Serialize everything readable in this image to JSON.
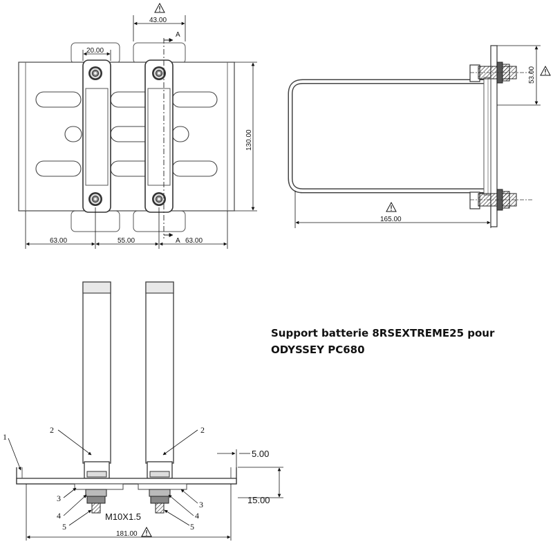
{
  "title": {
    "line1": "Support batterie 8RSEXTREME25 pour",
    "line2": "ODYSSEY PC680"
  },
  "top_view": {
    "dim_top": "43.00",
    "dim_clamp": "20.00",
    "dim_height": "130.00",
    "dim_left": "63.00",
    "dim_mid": "55.00",
    "dim_right": "63.00",
    "section_label": "A"
  },
  "side_view": {
    "dim_height": "53.00",
    "dim_width": "165.00"
  },
  "front_view": {
    "dim_thickness": "5.00",
    "dim_flange": "15.00",
    "dim_width": "181.00",
    "bolt_spec": "M10X1.5",
    "callouts": [
      "1",
      "2",
      "2",
      "3",
      "3",
      "4",
      "4",
      "5",
      "5"
    ]
  },
  "warning_icon": "warning-triangle-icon"
}
